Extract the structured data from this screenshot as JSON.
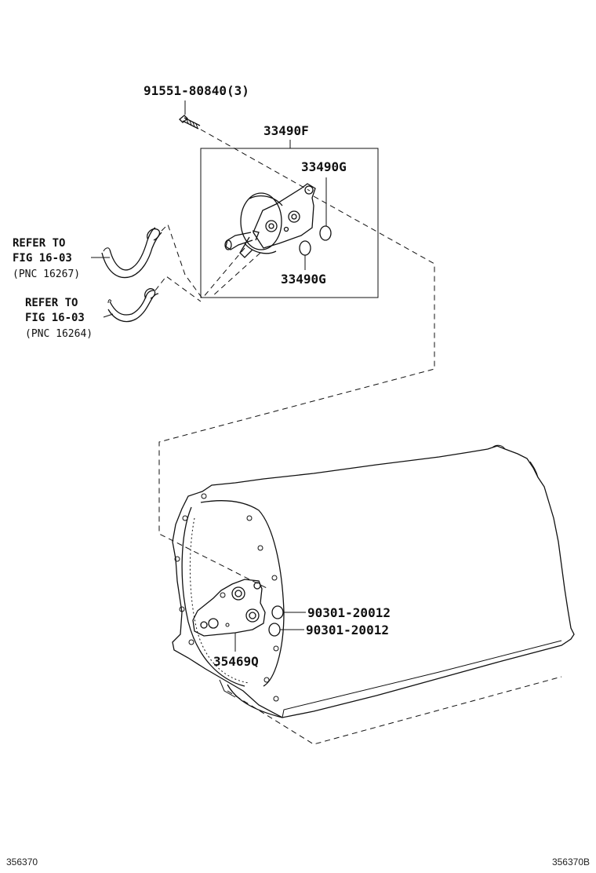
{
  "callouts": {
    "bolt": "91551-80840(3)",
    "cooler_assy": "33490F",
    "oring_upper": "33490G",
    "oring_lower": "33490G",
    "adapter": "35469Q",
    "gasket_1": "90301-20012",
    "gasket_2": "90301-20012"
  },
  "refs": {
    "upper": {
      "line1": "REFER TO",
      "line2": "FIG 16-03",
      "pnc": "(PNC 16267)"
    },
    "lower": {
      "line1": "REFER TO",
      "line2": "FIG 16-03",
      "pnc": "(PNC 16264)"
    }
  },
  "footer": {
    "left_code": "356370",
    "right_code": "356370B"
  }
}
